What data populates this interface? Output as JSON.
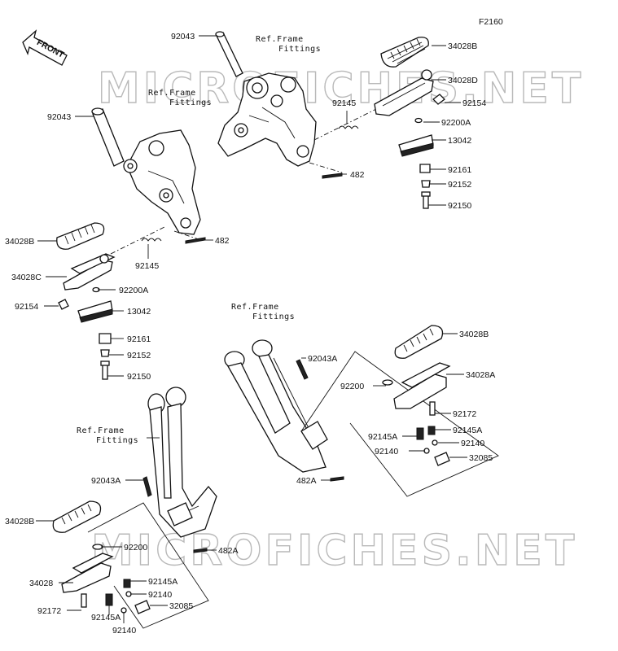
{
  "figure_code": "F2160",
  "front_indicator": "FRONT",
  "watermark": "MICROFICHES.NET",
  "ref_frame_label_line1": "Ref.Frame",
  "ref_frame_label_line2": "Fittings",
  "callouts": {
    "top_92043": "92043",
    "left_92043": "92043",
    "top_34028B": "34028B",
    "top_34028D": "34028D",
    "top_92154": "92154",
    "top_92145": "92145",
    "top_92200A": "92200A",
    "top_13042": "13042",
    "top_482": "482",
    "top_92161": "92161",
    "top_92152": "92152",
    "top_92150": "92150",
    "left_34028B": "34028B",
    "left_482": "482",
    "left_92145": "92145",
    "left_34028C": "34028C",
    "left_92200A": "92200A",
    "left_92154": "92154",
    "left_13042": "13042",
    "left_92161": "92161",
    "left_92152": "92152",
    "left_92150": "92150",
    "mid_92043A": "92043A",
    "mid_34028B": "34028B",
    "mid_92200": "92200",
    "mid_34028A": "34028A",
    "mid_92172": "92172",
    "mid_92145A_r": "92145A",
    "mid_92145A_l": "92145A",
    "mid_92140_r": "92140",
    "mid_92140_l": "92140",
    "mid_32085": "32085",
    "mid_482A": "482A",
    "bot_92043A": "92043A",
    "bot_34028B": "34028B",
    "bot_92200": "92200",
    "bot_482A": "482A",
    "bot_92145A_r": "92145A",
    "bot_92140_r": "92140",
    "bot_34028": "34028",
    "bot_32085": "32085",
    "bot_92172": "92172",
    "bot_92145A_l": "92145A",
    "bot_92140_l": "92140"
  }
}
